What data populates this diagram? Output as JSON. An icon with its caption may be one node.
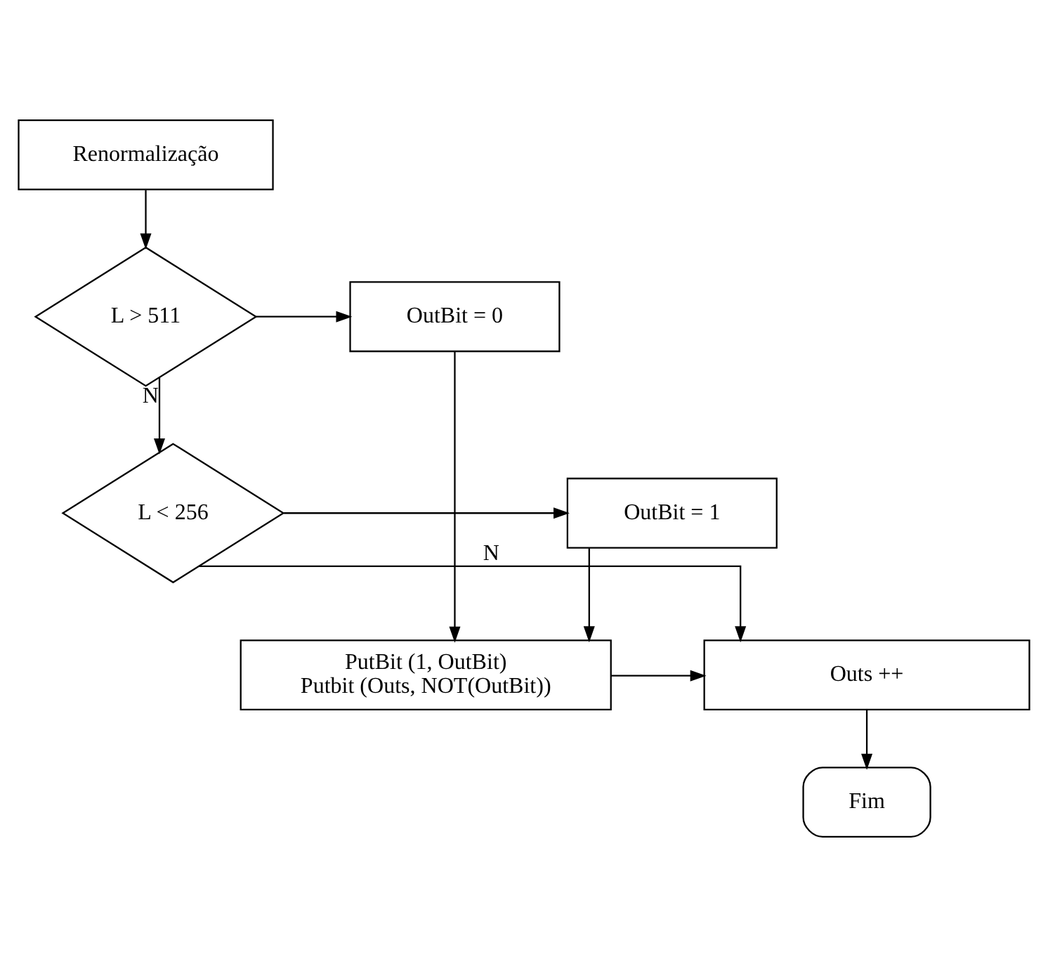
{
  "diagram": {
    "nodes": [
      {
        "text": [
          "Renormalização"
        ]
      },
      {
        "text": [
          "L > 511"
        ]
      },
      {
        "text": [
          "OutBit = 0"
        ]
      },
      {
        "text": [
          "L < 256"
        ]
      },
      {
        "text": [
          "OutBit = 1"
        ]
      },
      {
        "text": [
          "Outs ++"
        ]
      },
      {
        "text": [
          "PutBit (1, OutBit)",
          "Putbit (Outs, NOT(OutBit))"
        ]
      },
      {
        "text": [
          "Fim"
        ]
      }
    ],
    "edges": [
      {
        "from": 0,
        "to": 1,
        "arrow": "to"
      },
      {
        "from": 1,
        "to": 2,
        "arrow": "to"
      },
      {
        "from": 1,
        "to": 3,
        "arrow": "to",
        "label": "N"
      },
      {
        "from": 3,
        "to": 4,
        "arrow": "to"
      },
      {
        "from": 3,
        "to": 5,
        "arrow": "to",
        "label": "N"
      },
      {
        "from": 2,
        "to": 6,
        "arrow": "to"
      },
      {
        "from": 4,
        "to": 6,
        "arrow": "to"
      },
      {
        "from": 6,
        "to": 5,
        "arrow": "to"
      },
      {
        "from": 5,
        "to": 7,
        "arrow": "to"
      }
    ]
  }
}
